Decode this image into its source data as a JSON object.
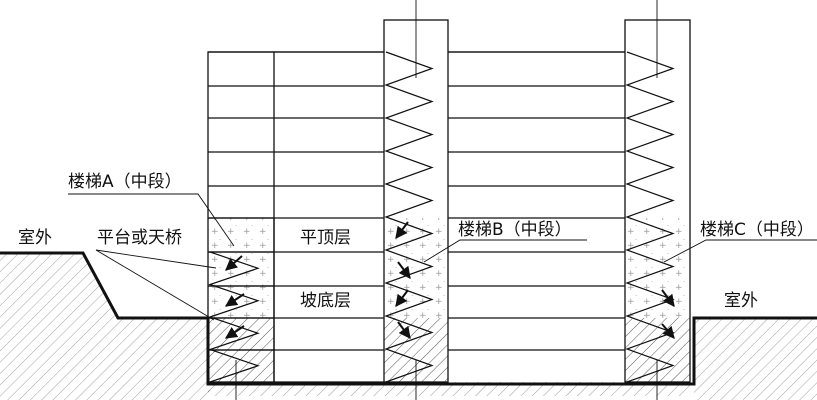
{
  "labels": {
    "outdoor_left": "室外",
    "platform_bridge": "平台或天桥",
    "stair_a": "楼梯A（中段）",
    "flat_top_floor": "平顶层",
    "stair_b": "楼梯B（中段）",
    "slope_bottom_floor": "坡底层",
    "stair_c": "楼梯C（中段）",
    "outdoor_right": "室外"
  },
  "colors": {
    "line": "#111111",
    "hatch": "#555555",
    "dots": "#9a9a9a",
    "background": "#ffffff"
  }
}
